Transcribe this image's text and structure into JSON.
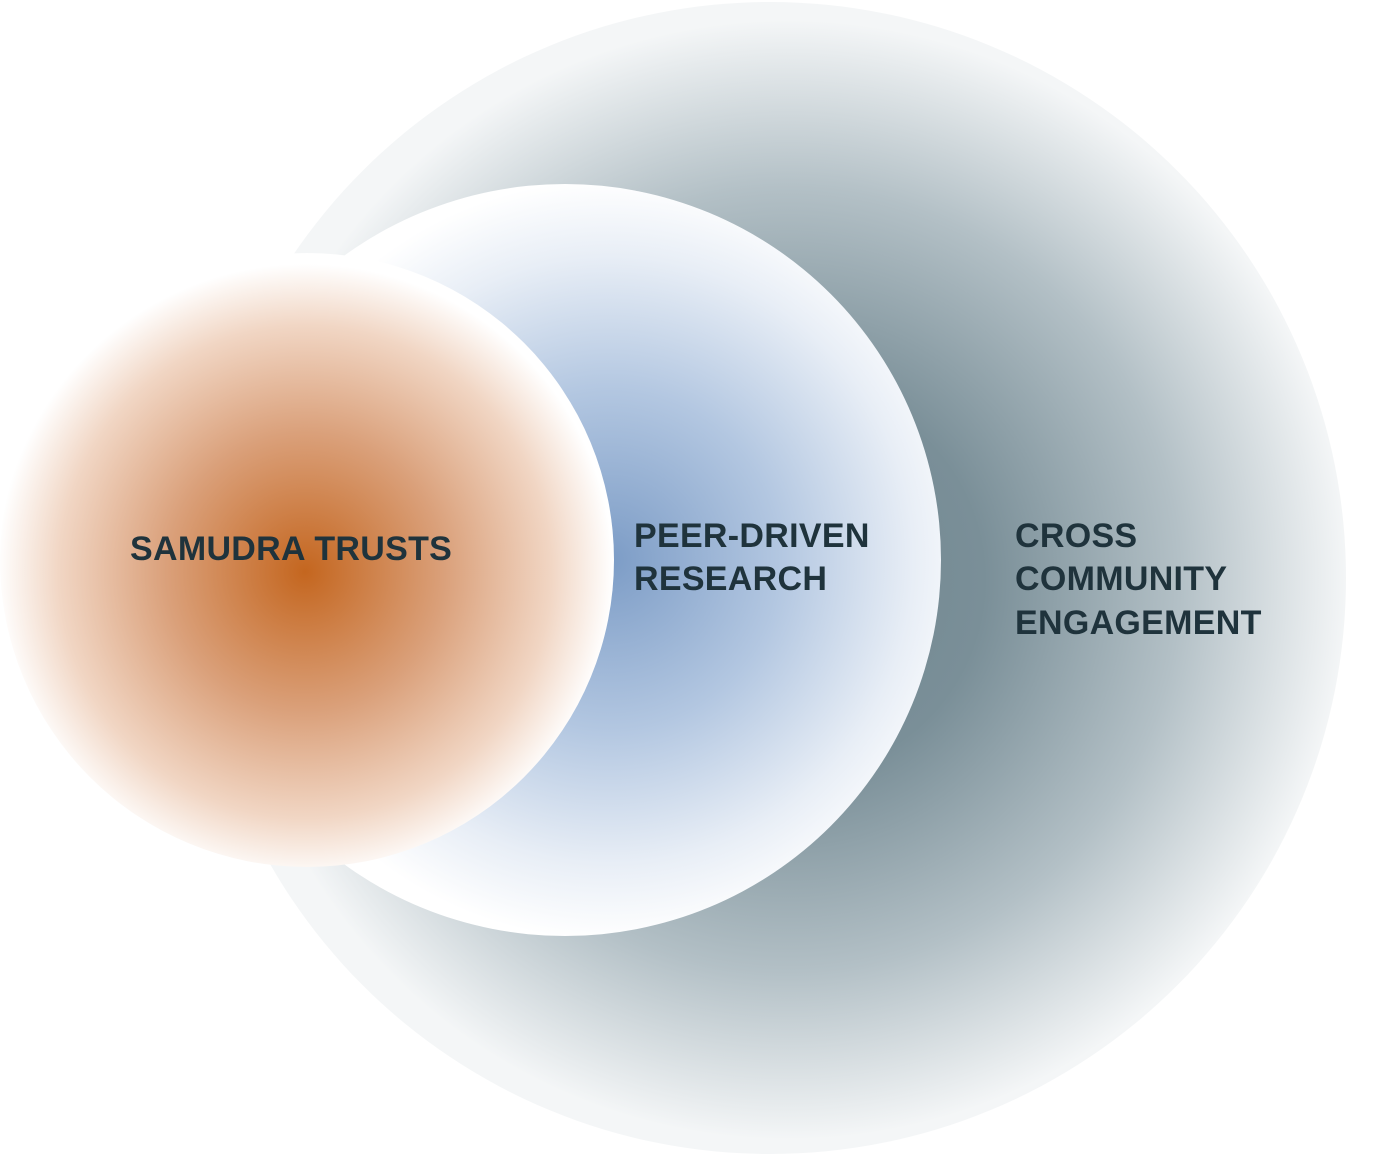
{
  "diagram": {
    "circles": [
      {
        "id": "outer",
        "lines": [
          "CROSS",
          "COMMUNITY",
          "ENGAGEMENT"
        ],
        "gradient": {
          "center": "#6f858f",
          "edge": "#6f858f"
        }
      },
      {
        "id": "middle",
        "lines": [
          "PEER-DRIVEN",
          "RESEARCH"
        ],
        "gradient": {
          "center": "#7c9cc6",
          "edge": "#ffffff"
        }
      },
      {
        "id": "inner",
        "lines": [
          "SAMUDRA TRUSTS"
        ],
        "gradient": {
          "center": "#c4661f",
          "edge": "#ffffff"
        }
      }
    ],
    "label_color": "#1f333c"
  }
}
